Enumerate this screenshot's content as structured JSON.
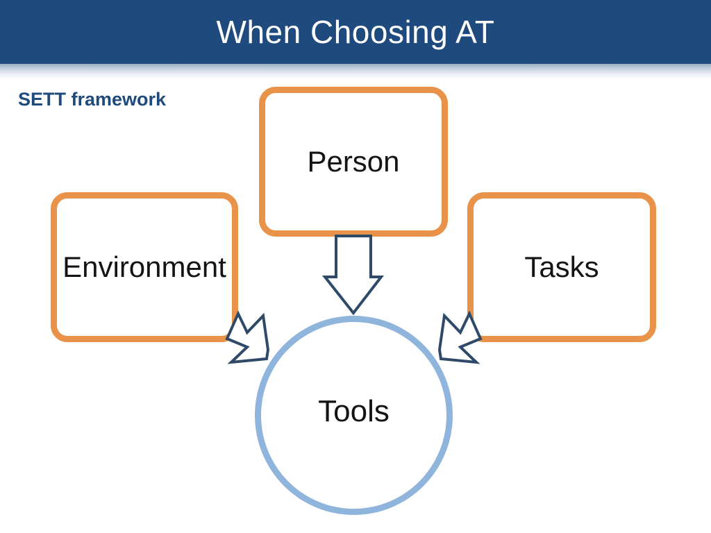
{
  "slide": {
    "title": "When Choosing AT",
    "section_label": "SETT framework",
    "background_color": "#ffffff"
  },
  "theme": {
    "header_navy": "#1f4a7d",
    "box_orange": "#e8924a",
    "circle_blue": "#8fb5dc",
    "arrow_outline": "#2e4a68",
    "label_text": "#141414",
    "title_text": "#ffffff"
  },
  "diagram": {
    "type": "flow",
    "nodes": [
      {
        "id": "person",
        "label": "Person",
        "shape": "rounded-rectangle",
        "border_color": "#e8924a"
      },
      {
        "id": "environment",
        "label": "Environment",
        "shape": "rounded-rectangle",
        "border_color": "#e8924a"
      },
      {
        "id": "tasks",
        "label": "Tasks",
        "shape": "rounded-rectangle",
        "border_color": "#e8924a"
      },
      {
        "id": "tools",
        "label": "Tools",
        "shape": "circle",
        "border_color": "#8fb5dc"
      }
    ],
    "connectors": [
      {
        "from": "person",
        "to": "tools",
        "style": "block-arrow",
        "direction": "down"
      },
      {
        "from": "environment",
        "to": "tools",
        "style": "block-arrow",
        "direction": "down-right"
      },
      {
        "from": "tasks",
        "to": "tools",
        "style": "block-arrow",
        "direction": "down-left"
      }
    ]
  }
}
